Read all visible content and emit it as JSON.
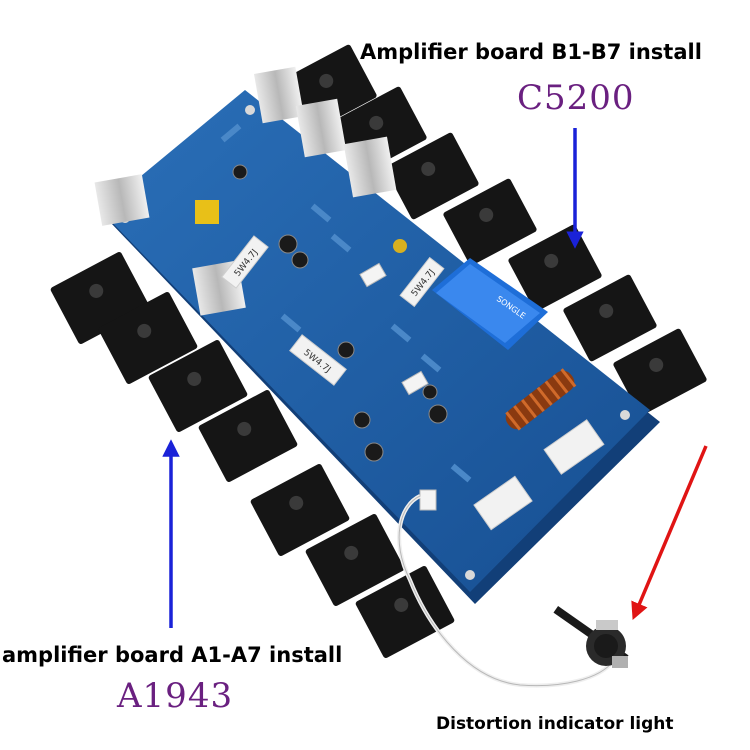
{
  "labels": {
    "board_b_install": "Amplifier board B1-B7 install",
    "board_b_part": "C5200",
    "board_a_install": "amplifier board A1-A7 install",
    "board_a_part": "A1943",
    "indicator": "Distortion indicator light"
  },
  "colors": {
    "pcb": "#1c5fa8",
    "pcb_edge": "#123f78",
    "transistor": "#151515",
    "arrow_blue": "#1a22d8",
    "arrow_red": "#e01414",
    "part_text": "#6a2080"
  },
  "board_markings": {
    "resistor_1": "5W4.7J",
    "resistor_2": "5W4.7J",
    "resistor_3": "5W4.7J",
    "relay": "SONGLE"
  }
}
